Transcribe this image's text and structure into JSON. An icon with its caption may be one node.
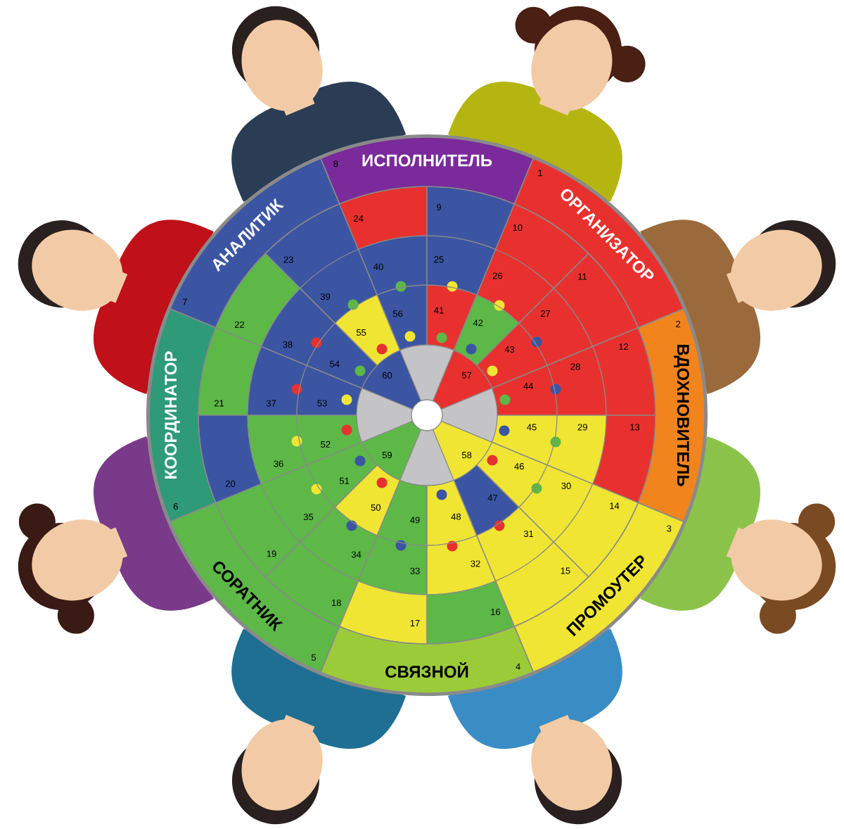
{
  "diagram": {
    "nodes": [
      {
        "text": [
          "ИСПОЛНИТЕЛЬ"
        ]
      },
      {
        "text": [
          "ОРГАНИЗАТОР"
        ]
      },
      {
        "text": [
          "ВДОХНОВИТЕЛЬ"
        ]
      },
      {
        "text": [
          "ПРОМОУТЕР"
        ]
      },
      {
        "text": [
          "СВЯЗНОЙ"
        ]
      },
      {
        "text": [
          "СОРАТНИК"
        ]
      },
      {
        "text": [
          "КООРДИНАТОР"
        ]
      },
      {
        "text": [
          "АНАЛИТИК"
        ]
      }
    ],
    "labels": [
      "1",
      "2",
      "3",
      "4",
      "5",
      "6",
      "7",
      "8",
      "9",
      "10",
      "11",
      "12",
      "13",
      "14",
      "15",
      "16",
      "17",
      "18",
      "19",
      "20",
      "21",
      "22",
      "23",
      "24",
      "25",
      "26",
      "27",
      "28",
      "29",
      "30",
      "31",
      "32",
      "33",
      "34",
      "35",
      "36",
      "37",
      "38",
      "39",
      "40",
      "41",
      "42",
      "43",
      "44",
      "45",
      "46",
      "47",
      "48",
      "49",
      "50",
      "51",
      "52",
      "53",
      "54",
      "55",
      "56",
      "57",
      "58",
      "59",
      "60"
    ]
  }
}
